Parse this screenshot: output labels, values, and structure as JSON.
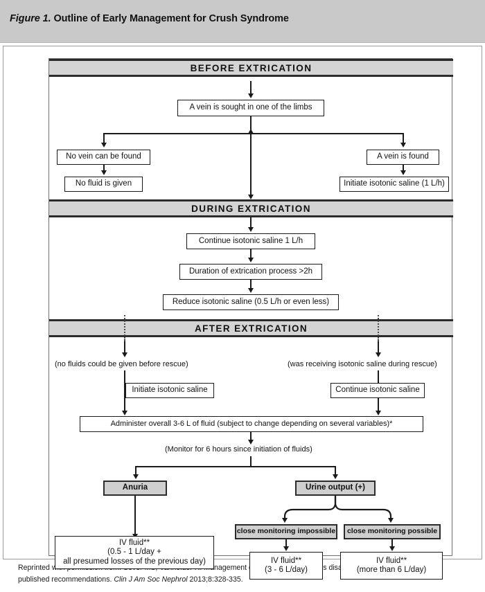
{
  "figure": {
    "label": "Figure 1.",
    "title": "Outline of Early Management for Crush Syndrome"
  },
  "sections": {
    "before": "BEFORE  EXTRICATION",
    "during": "DURING  EXTRICATION",
    "after": "AFTER  EXTRICATION"
  },
  "before_extrication": {
    "root": "A vein is sought in one of the limbs",
    "left_branch": {
      "condition": "No vein can be found",
      "action": "No fluid is given"
    },
    "right_branch": {
      "condition": "A vein is found",
      "action": "Initiate isotonic saline (1 L/h)"
    }
  },
  "during_extrication": {
    "step1": "Continue isotonic saline 1 L/h",
    "step2": "Duration of extrication process >2h",
    "step3": "Reduce isotonic saline (0.5 L/h or even less)"
  },
  "after_extrication": {
    "left_note": "(no fluids could be given before rescue)",
    "right_note": "(was receiving isotonic saline during rescue)",
    "left_action": "Initiate isotonic saline",
    "right_action": "Continue isotonic saline",
    "administer": "Administer overall 3-6 L of fluid (subject to change depending on several variables)*",
    "monitor": "(Monitor for 6 hours since initiation of fluids)",
    "outcome_left": "Anuria",
    "outcome_right": "Urine output (+)",
    "anuria_fluid": {
      "line1": "IV fluid**",
      "line2": "(0.5 - 1 L/day +",
      "line3": "all presumed losses of the previous day)"
    },
    "monitoring_impossible": "close monitoring impossible",
    "monitoring_possible": "close monitoring possible",
    "impossible_fluid": {
      "line1": "IV fluid**",
      "line2": "(3 - 6  L/day)"
    },
    "possible_fluid": {
      "line1": "IV fluid**",
      "line2": "(more than 6 L/day)"
    }
  },
  "citation": {
    "part1": "Reprinted with permission from: Sever MS, Vanholder R. Management of crush victims in mass disasters: Highlights from recently published recommendations. ",
    "journal": "Clin J Am Soc Nephrol",
    "part2": " 2013;8:328-335."
  },
  "colors": {
    "title_bar": "#c9c9c9",
    "section_bar": "#d4d4d4",
    "gray_box": "#cfcfcf",
    "line": "#1a1a1a"
  }
}
